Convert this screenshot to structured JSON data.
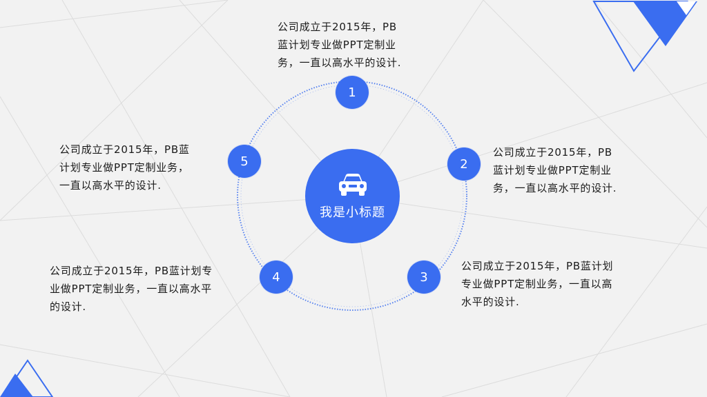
{
  "center": {
    "icon": "car-icon",
    "title": "我是小标题"
  },
  "nodes": [
    {
      "number": "1",
      "text": "公司成立于2015年，PB\n蓝计划专业做PPT定制业\n务，一直以高水平的设计."
    },
    {
      "number": "2",
      "text": "公司成立于2015年，PB\n蓝计划专业做PPT定制业\n务，一直以高水平的设计."
    },
    {
      "number": "3",
      "text": "公司成立于2015年，PB蓝计划\n专业做PPT定制业务，一直以高\n水平的设计."
    },
    {
      "number": "4",
      "text": "公司成立于2015年，PB蓝计划专\n业做PPT定制业务，一直以高水平\n的设计."
    },
    {
      "number": "5",
      "text": "公司成立于2015年，PB蓝\n计划专业做PPT定制业务，\n一直以高水平的设计."
    }
  ],
  "colors": {
    "accent": "#3a6df0",
    "background": "#f2f2f2",
    "text": "#1a1a1a"
  }
}
